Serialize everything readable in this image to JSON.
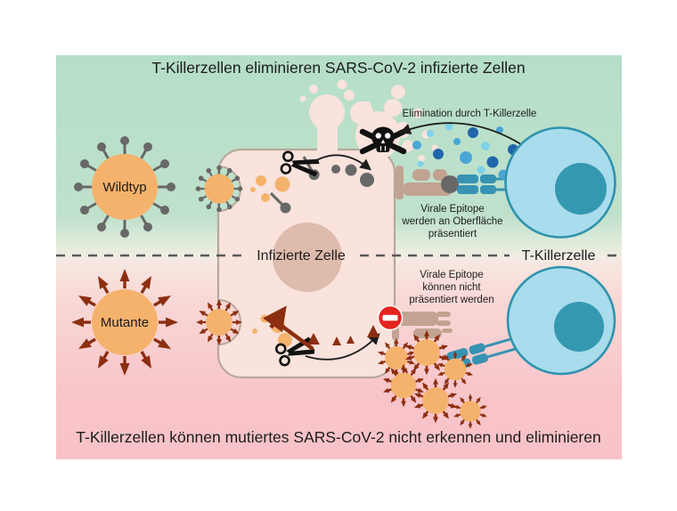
{
  "titles": {
    "top": "T-Killerzellen eliminieren SARS-CoV-2 infizierte Zellen",
    "bottom": "T-Killerzellen können mutiertes SARS-CoV-2 nicht erkennen und eliminieren"
  },
  "labels": {
    "wildtyp": "Wildtyp",
    "mutante": "Mutante",
    "infected_cell": "Infizierte Zelle",
    "t_killer_cell": "T-Killerzelle"
  },
  "annotations": {
    "elimination": "Elimination durch T-Killerzelle",
    "epitope_presented": {
      "line1": "Virale Epitope",
      "line2": "werden an Oberfläche",
      "line3": "präsentiert"
    },
    "epitope_not_presented": {
      "line1": "Virale Epitope",
      "line2": "können nicht",
      "line3": "präsentiert werden"
    }
  },
  "icons": {
    "skull": "skull-crossbones-icon",
    "scissors_top": "scissors-icon",
    "scissors_bottom": "blocked-scissors-icon",
    "no_entry": "no-entry-icon"
  },
  "palette": {
    "background_green": "#b6dfc9",
    "background_pink": "#f8c3c8",
    "virus_orange": "#f5b26c",
    "wildtyp_spike_gray": "#686868",
    "mutant_spike_brown": "#8c2e10",
    "cell_fill": "#f9e3dc",
    "cell_outline": "#b7a89b",
    "nucleus_tan": "#debbad",
    "mhc_tan": "#c2a392",
    "tcr_teal": "#3793b3",
    "tcell_blue": "#a9dcec",
    "tcell_outline": "#2f93ae",
    "tcell_nucleus": "#3598b1",
    "dot_blue_light": "#7fd2e8",
    "dot_blue_mid": "#49a6d6",
    "dot_blue_dark": "#2066aa",
    "stop_red": "#e5241f",
    "text_black": "#1c1c1c"
  }
}
